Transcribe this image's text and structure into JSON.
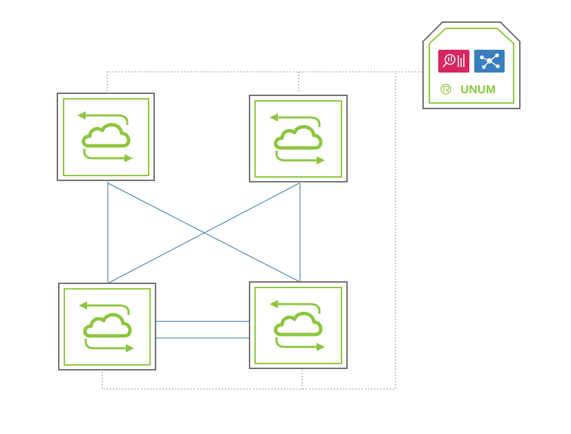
{
  "colors": {
    "background": "#ffffff",
    "node_outer_border": "#6d6d6d",
    "node_inner_border": "#8cc63f",
    "cloud_icon": "#8cc63f",
    "link_solid": "#2e6da4",
    "link_dotted": "#9a9a9a",
    "analytics_tile": "#d6255f",
    "topology_tile": "#3a7ebf",
    "brand_text": "#8cc63f"
  },
  "nodes": [
    {
      "id": "node-top-left",
      "icon": "cloud-sync-icon"
    },
    {
      "id": "node-top-right",
      "icon": "cloud-sync-icon"
    },
    {
      "id": "node-bottom-left",
      "icon": "cloud-sync-icon"
    },
    {
      "id": "node-bottom-right",
      "icon": "cloud-sync-icon"
    }
  ],
  "links": {
    "solid": [
      [
        "node-top-left",
        "node-bottom-left"
      ],
      [
        "node-top-left",
        "node-bottom-right"
      ],
      [
        "node-top-right",
        "node-bottom-left"
      ],
      [
        "node-top-right",
        "node-bottom-right"
      ],
      [
        "node-bottom-left",
        "node-bottom-right"
      ],
      [
        "node-bottom-left",
        "node-bottom-right"
      ]
    ],
    "management_style": "dotted"
  },
  "controller": {
    "tiles": [
      {
        "icon": "analytics-icon"
      },
      {
        "icon": "network-topology-icon"
      }
    ],
    "logo_icon": "unum-logo-icon",
    "brand": "UNUM"
  }
}
